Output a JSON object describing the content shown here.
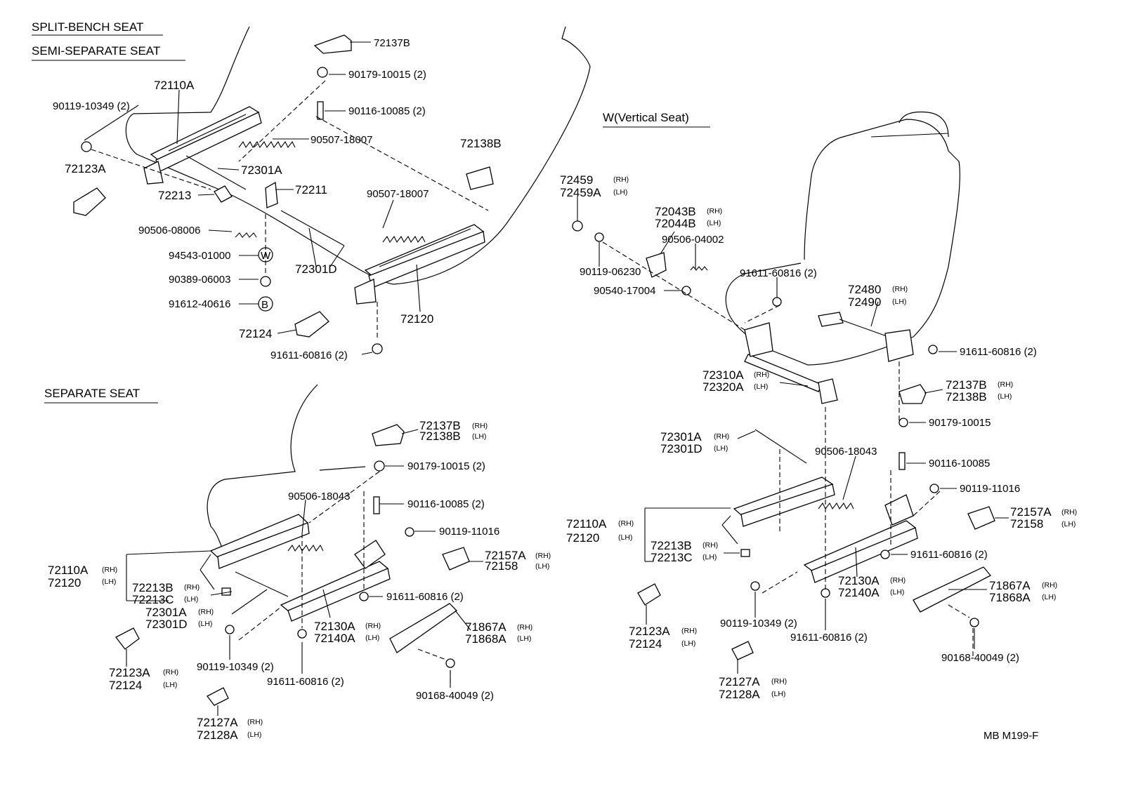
{
  "sections": {
    "split_bench": "SPLIT-BENCH SEAT",
    "semi_separate": "SEMI-SEPARATE SEAT",
    "separate": "SEPARATE SEAT",
    "vertical": "W(Vertical Seat)"
  },
  "suffix": {
    "rh": "(RH)",
    "lh": "(LH)"
  },
  "split_bench_parts": {
    "p72137B": "72137B",
    "p90179_10015": "90179-10015 (2)",
    "p90116_10085": "90116-10085 (2)",
    "p72110A": "72110A",
    "p90119_10349": "90119-10349 (2)",
    "p90507_18007_a": "90507-18007",
    "p72138B": "72138B",
    "p72123A": "72123A",
    "p72301A": "72301A",
    "p72213": "72213",
    "p72211": "72211",
    "p90507_18007_b": "90507-18007",
    "p90506_08006": "90506-08006",
    "p94543_01000": "94543-01000",
    "p90389_06003": "90389-06003",
    "p91612_40616": "91612-40616",
    "p72301D": "72301D",
    "p72120": "72120",
    "p72124": "72124",
    "p91611_60816": "91611-60816 (2)",
    "badge_w": "W",
    "badge_b": "B"
  },
  "separate_parts": {
    "p72137B": "72137B",
    "p72138B": "72138B",
    "p90179_10015": "90179-10015 (2)",
    "p90506_18043": "90506-18043",
    "p90116_10085": "90116-10085 (2)",
    "p90119_11016": "90119-11016",
    "p72157A": "72157A",
    "p72158": "72158",
    "p72110A": "72110A",
    "p72120": "72120",
    "p72213B": "72213B",
    "p72213C": "72213C",
    "p91611_60816_a": "91611-60816 (2)",
    "p72301A": "72301A",
    "p72301D": "72301D",
    "p72130A": "72130A",
    "p72140A": "72140A",
    "p71867A": "71867A",
    "p71868A": "71868A",
    "p90119_10349": "90119-10349 (2)",
    "p91611_60816_b": "91611-60816 (2)",
    "p72123A": "72123A",
    "p72124": "72124",
    "p90168_40049": "90168-40049 (2)",
    "p72127A": "72127A",
    "p72128A": "72128A"
  },
  "vertical_parts": {
    "p72459": "72459",
    "p72459A": "72459A",
    "p72043B": "72043B",
    "p72044B": "72044B",
    "p90506_04002": "90506-04002",
    "p90119_06230": "90119-06230",
    "p91611_60816_a": "91611-60816 (2)",
    "p90540_17004": "90540-17004",
    "p72480": "72480",
    "p72490": "72490",
    "p91611_60816_b": "91611-60816 (2)",
    "p72310A": "72310A",
    "p72320A": "72320A",
    "p72137B": "72137B",
    "p72138B": "72138B",
    "p90179_10015": "90179-10015",
    "p72301A": "72301A",
    "p72301D": "72301D",
    "p90506_18043": "90506-18043",
    "p90116_10085": "90116-10085",
    "p90119_11016": "90119-11016",
    "p72157A": "72157A",
    "p72158": "72158",
    "p72110A": "72110A",
    "p72120": "72120",
    "p72213B": "72213B",
    "p72213C": "72213C",
    "p91611_60816_c": "91611-60816 (2)",
    "p72130A": "72130A",
    "p72140A": "72140A",
    "p71867A": "71867A",
    "p71868A": "71868A",
    "p90119_10349": "90119-10349 (2)",
    "p91611_60816_d": "91611-60816 (2)",
    "p72123A": "72123A",
    "p72124": "72124",
    "p90168_40049": "90168-40049 (2)",
    "p72127A": "72127A",
    "p72128A": "72128A"
  },
  "footer": {
    "code": "MB  M199-F"
  }
}
